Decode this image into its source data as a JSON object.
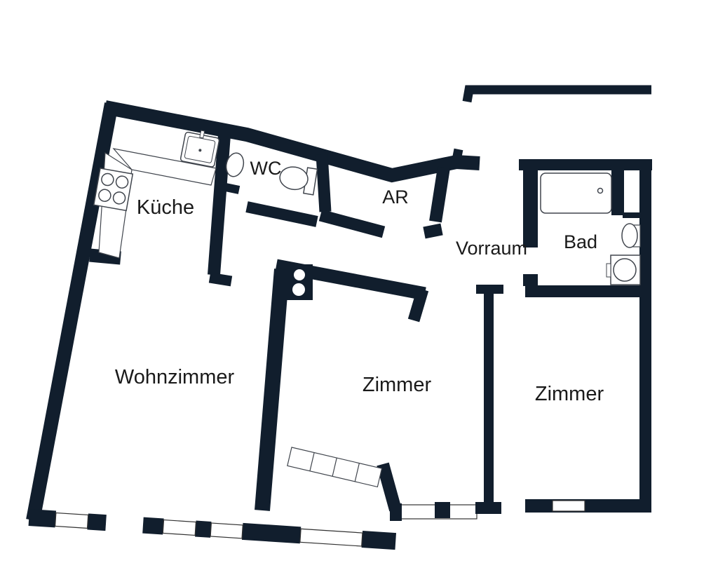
{
  "floor_plan": {
    "background_color": "#ffffff",
    "wall_color": "#111e2d",
    "fixture_outline_color": "#40454d",
    "label_color": "#1a1a1a",
    "rooms": [
      {
        "id": "kueche",
        "label": "Küche"
      },
      {
        "id": "wc",
        "label": "WC"
      },
      {
        "id": "ar",
        "label": "AR"
      },
      {
        "id": "vorraum",
        "label": "Vorraum"
      },
      {
        "id": "bad",
        "label": "Bad"
      },
      {
        "id": "wohnzimmer",
        "label": "Wohnzimmer"
      },
      {
        "id": "zimmer_mitte",
        "label": "Zimmer"
      },
      {
        "id": "zimmer_rechts",
        "label": "Zimmer"
      }
    ],
    "fixtures": [
      "stove-symbol",
      "kitchen-counter-symbol",
      "kitchen-sink-symbol",
      "wc-sink-symbol",
      "toilet-symbol",
      "bathtub-symbol",
      "bad-sink-symbol",
      "washing-machine-symbol",
      "chimney-symbol",
      "built-in-wardrobe-symbol"
    ],
    "windows_count": 7
  }
}
